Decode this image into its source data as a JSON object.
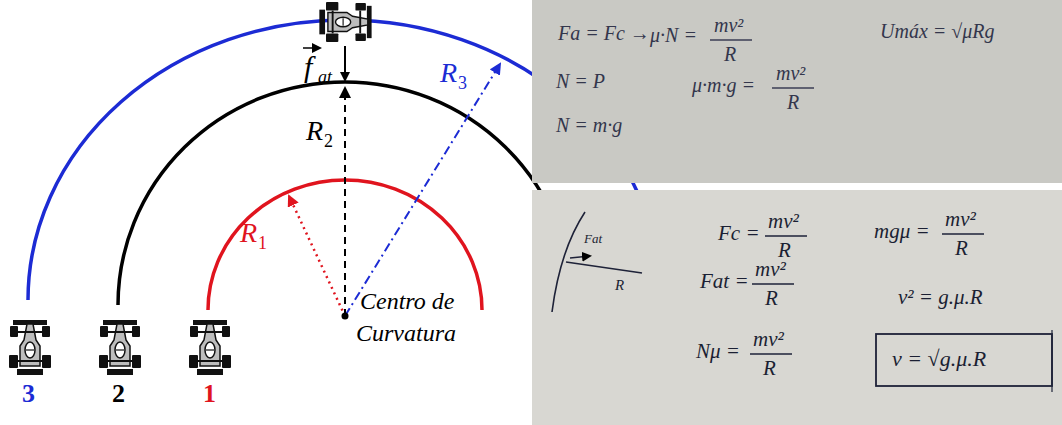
{
  "diagram": {
    "labels": [
      "f",
      "at",
      "R",
      "2",
      "R",
      "1",
      "R",
      "3",
      "Centro de",
      "Curvatura",
      "3",
      "2",
      "1",
      "Fa = Fc →",
      "μ·N =",
      "mv²",
      "R",
      "Umáx = √μRg",
      "N = P",
      "μ·m·g =",
      "mv²",
      "R",
      "N = m·g",
      "Fc =",
      "mv²",
      "R",
      "mgμ =",
      "mv²",
      "R",
      "Fat =",
      "mv²",
      "R",
      "v² = g.μ.R",
      "Nμ =",
      "mv²",
      "R",
      "v = √g.μ.R",
      "Fat",
      "R"
    ]
  }
}
